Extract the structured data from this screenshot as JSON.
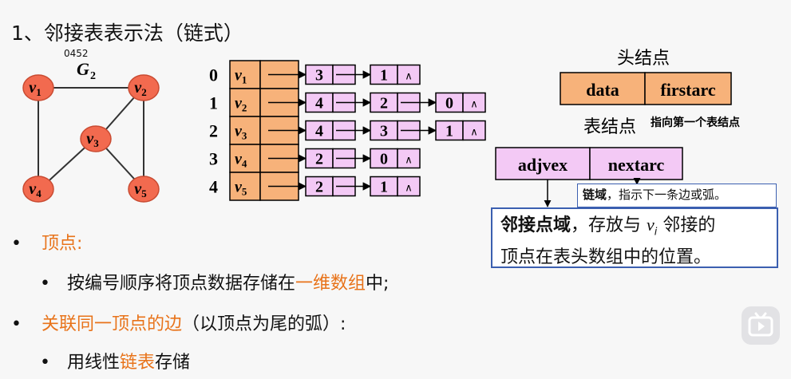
{
  "title": "1、邻接表表示法（链式）",
  "watermark": "0452",
  "graph": {
    "name": "G",
    "subscript": "2",
    "vertex_letter": "v",
    "vertices": [
      {
        "label": "1"
      },
      {
        "label": "2"
      },
      {
        "label": "3"
      },
      {
        "label": "4"
      },
      {
        "label": "5"
      }
    ]
  },
  "adjacency": {
    "null_symbol": "∧",
    "rows": [
      {
        "index": "0",
        "vertex_sub": "1",
        "nodes": [
          "3",
          "1"
        ]
      },
      {
        "index": "1",
        "vertex_sub": "2",
        "nodes": [
          "4",
          "2",
          "0"
        ]
      },
      {
        "index": "2",
        "vertex_sub": "3",
        "nodes": [
          "4",
          "3",
          "1"
        ]
      },
      {
        "index": "3",
        "vertex_sub": "4",
        "nodes": [
          "2",
          "0"
        ]
      },
      {
        "index": "4",
        "vertex_sub": "5",
        "nodes": [
          "2",
          "1"
        ]
      }
    ]
  },
  "head_node": {
    "caption": "头结点",
    "field1": "data",
    "field2": "firstarc",
    "note": "指向第一个表结点"
  },
  "table_node": {
    "caption": "表结点",
    "field1": "adjvex",
    "field2": "nextarc"
  },
  "chain_note": {
    "bold": "链域",
    "rest": "，指示下一条边或弧。"
  },
  "adj_note": {
    "bold": "邻接点域",
    "text_a": "，存放与 ",
    "var": "v",
    "var_sub": "i",
    "text_b": " 邻接的",
    "line2": "顶点在表头数组中的位置。"
  },
  "bullets": {
    "b1_label": "顶点:",
    "b1_sub_a": "按编号顺序将顶点数据存储在",
    "b1_sub_highlight": "一维数组",
    "b1_sub_b": "中;",
    "b2_label": "关联同一顶点的边",
    "b2_rest": "（以顶点为尾的弧）:",
    "b2_sub_a": "用线性",
    "b2_sub_highlight": "链表",
    "b2_sub_b": "存储"
  },
  "bullet_symbol": "•",
  "colors": {
    "vertex_fill": "#f26a4f",
    "head_fill": "#f7b27a",
    "node_fill": "#f3c9f5",
    "highlight": "#e8731a",
    "box_border": "#3b5fb0"
  }
}
